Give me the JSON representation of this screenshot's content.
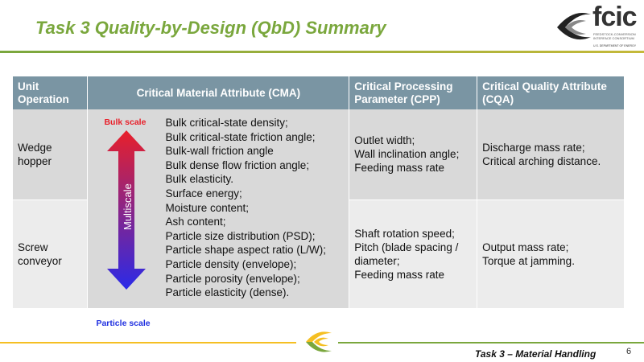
{
  "header": {
    "title": "Task 3 Quality-by-Design (QbD) Summary"
  },
  "logo": {
    "word": "fcic",
    "subtitle": "FEEDSTOCK-CONVERSION INTERFACE CONSORTIUM",
    "agency": "U.S. DEPARTMENT OF ENERGY"
  },
  "table": {
    "headers": [
      "Unit Operation",
      "Critical Material Attribute (CMA)",
      "Critical Processing Parameter (CPP)",
      "Critical Quality Attribute (CQA)"
    ],
    "scale": {
      "top": "Bulk scale",
      "bottom": "Particle scale",
      "axis": "Multiscale",
      "top_color": "#e8202a",
      "bottom_color": "#2030e0"
    },
    "cma_items": [
      "Bulk critical-state density;",
      "Bulk critical-state friction angle;",
      "Bulk-wall friction angle",
      "Bulk dense flow friction angle;",
      "Bulk elasticity.",
      "Surface energy;",
      "Moisture content;",
      "Ash content;",
      "Particle size distribution (PSD);",
      "Particle shape aspect ratio (L/W);",
      "Particle density (envelope);",
      "Particle porosity (envelope);",
      "Particle elasticity (dense)."
    ],
    "rows": [
      {
        "unit": "Wedge hopper",
        "cpp": [
          "Outlet width;",
          "Wall inclination angle;",
          "Feeding mass rate"
        ],
        "cqa": [
          "Discharge mass rate;",
          "Critical arching distance."
        ]
      },
      {
        "unit": "Screw conveyor",
        "cpp": [
          "Shaft rotation speed;",
          "Pitch (blade spacing /",
          "diameter;",
          "Feeding mass rate"
        ],
        "cqa": [
          "Output mass rate;",
          "Torque at jamming."
        ]
      }
    ]
  },
  "footer": {
    "label": "Task 3 – Material Handling",
    "page": "6"
  }
}
